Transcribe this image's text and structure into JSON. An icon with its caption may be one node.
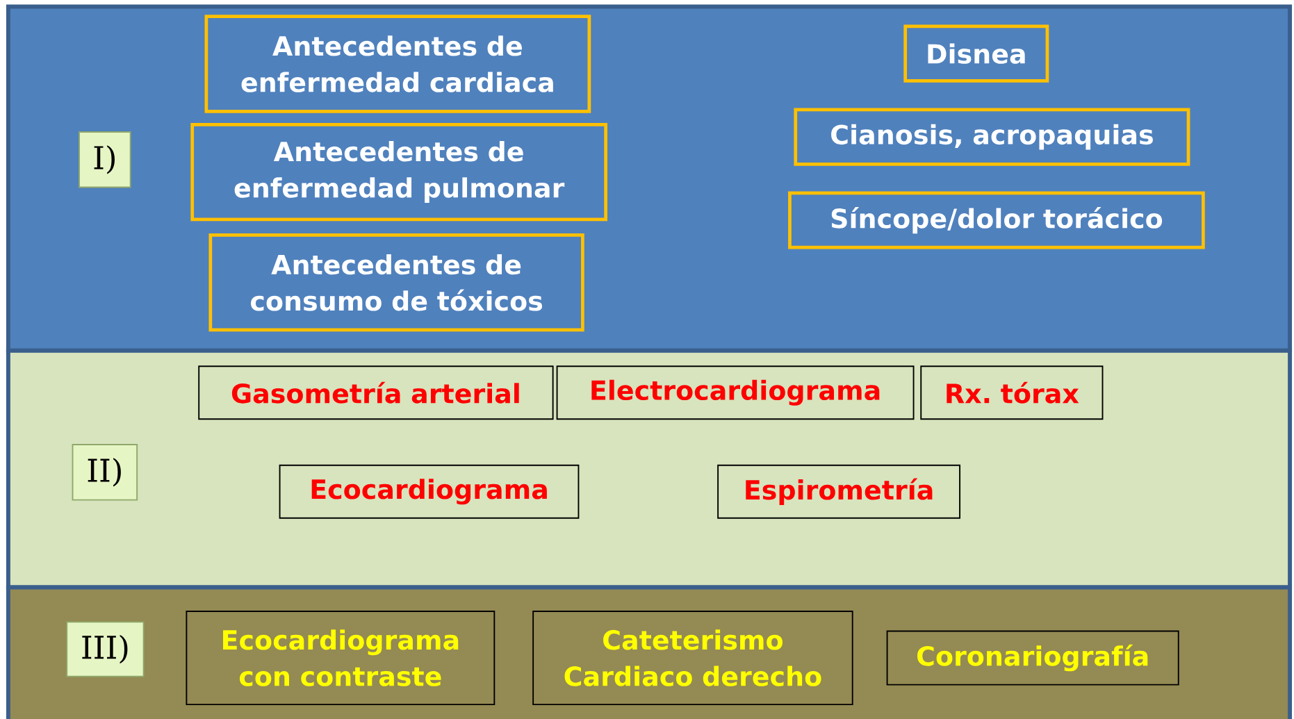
{
  "diagram": {
    "nodes": [
      {
        "text": [],
        "shape": "band"
      },
      {
        "text": [
          "I)"
        ],
        "in": 0
      },
      {
        "text": [
          "Antecedentes de enfermedad cardiaca"
        ],
        "in": 0
      },
      {
        "text": [
          "Antecedentes de enfermedad pulmonar"
        ],
        "in": 0
      },
      {
        "text": [
          "Antecedentes de consumo de tóxicos"
        ],
        "in": 0
      },
      {
        "text": [
          "Disnea"
        ],
        "in": 0
      },
      {
        "text": [
          "Cianosis, acropaquias"
        ],
        "in": 0
      },
      {
        "text": [
          "Síncope/dolor torácico"
        ],
        "in": 0
      },
      {
        "text": [],
        "shape": "band"
      },
      {
        "text": [
          "II)"
        ],
        "in": 8
      },
      {
        "text": [
          "Gasometría arterial"
        ],
        "in": 8
      },
      {
        "text": [
          "Electrocardiograma"
        ],
        "in": 8
      },
      {
        "text": [
          "Rx. tórax"
        ],
        "in": 8
      },
      {
        "text": [
          "Ecocardiograma"
        ],
        "in": 8
      },
      {
        "text": [
          "Espirometría"
        ],
        "in": 8
      },
      {
        "text": [],
        "shape": "band"
      },
      {
        "text": [
          "III)"
        ],
        "in": 15
      },
      {
        "text": [
          "Ecocardiograma con contraste"
        ],
        "in": 15
      },
      {
        "text": [
          "Cateterismo Cardiaco derecho"
        ],
        "in": 15
      },
      {
        "text": [
          "Coronariografía"
        ],
        "in": 15
      }
    ]
  }
}
